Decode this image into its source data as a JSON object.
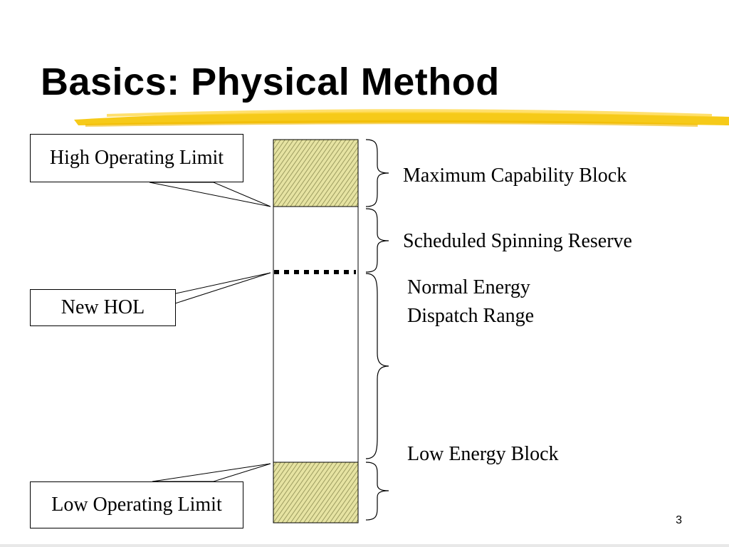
{
  "slide": {
    "title": "Basics: Physical Method",
    "page_number": "3"
  },
  "callouts": {
    "high_operating_limit": "High Operating Limit",
    "new_hol": "New HOL",
    "low_operating_limit": "Low Operating Limit"
  },
  "blocks": {
    "maximum_capability": "Maximum Capability Block",
    "scheduled_spinning_reserve": "Scheduled Spinning Reserve",
    "normal_energy_dispatch_range_line1": "Normal Energy",
    "normal_energy_dispatch_range_line2": "Dispatch Range",
    "low_energy": "Low Energy Block"
  },
  "colors": {
    "brush_stroke": "#f5c400",
    "hatch_fill": "#e6e3a2",
    "hatch_line": "#8a8a50"
  }
}
